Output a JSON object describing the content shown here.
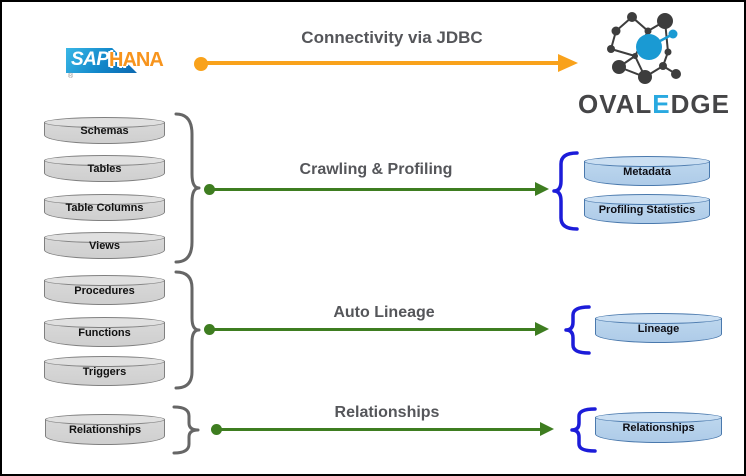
{
  "source_logo": {
    "sap": "SAP",
    "hana": "HANA",
    "registered": "®"
  },
  "target_logo": {
    "word_pre": "OVAL",
    "word_e": "E",
    "word_post": "DGE"
  },
  "flows": [
    {
      "label": "Connectivity via JDBC"
    },
    {
      "label": "Crawling & Profiling"
    },
    {
      "label": "Auto Lineage"
    },
    {
      "label": "Relationships"
    }
  ],
  "source_objects": {
    "group1": [
      "Schemas",
      "Tables",
      "Table Columns",
      "Views"
    ],
    "group2": [
      "Procedures",
      "Functions",
      "Triggers"
    ],
    "group3": [
      "Relationships"
    ]
  },
  "target_objects": {
    "group1": [
      "Metadata",
      "Profiling Statistics"
    ],
    "group2": [
      "Lineage"
    ],
    "group3": [
      "Relationships"
    ]
  },
  "colors": {
    "connectivity_arrow": "#F9A21B",
    "process_arrow": "#3E7D20",
    "source_cylinder_fill": "#D4D4D4",
    "target_cylinder_fill": "#BDD7EE",
    "left_brace": "#666666",
    "right_brace": "#1C1CD9",
    "heading_text": "#55565A",
    "sap_blue": "#0D6CB3",
    "hana_orange": "#F7941D",
    "ovaledge_blue": "#1A9AD3",
    "ovaledge_dark": "#3D3D3D"
  }
}
